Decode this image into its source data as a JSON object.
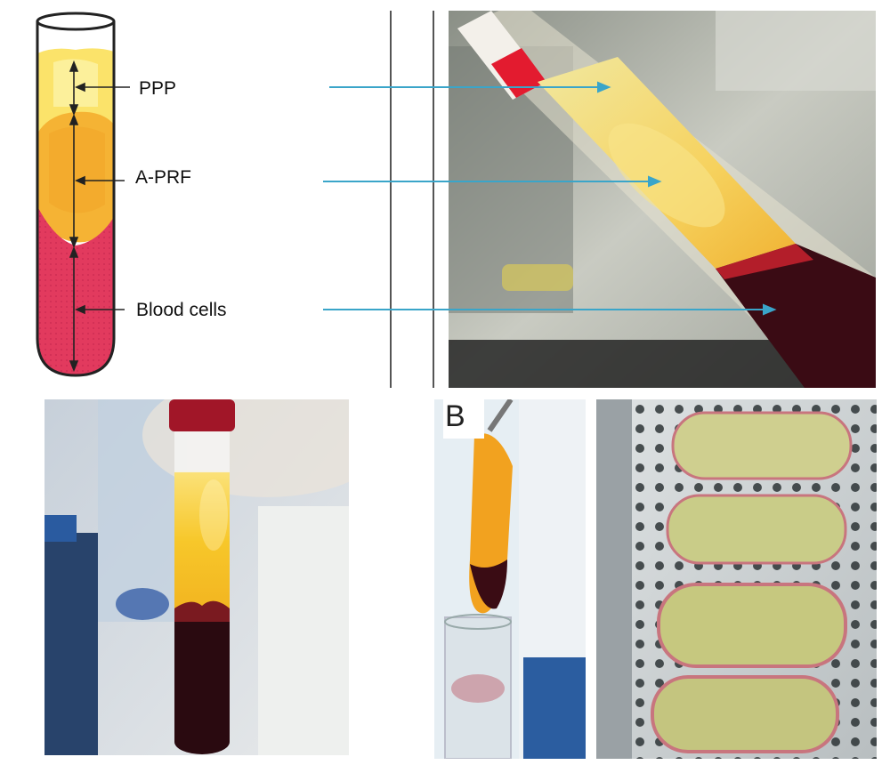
{
  "diagram": {
    "labels": {
      "ppp": "PPP",
      "aprf": "A-PRF",
      "blood_cells": "Blood cells"
    },
    "panel_b_label": "B"
  },
  "colors": {
    "ppp_yellow": "#fbe36a",
    "aprf_orange": "#f5b334",
    "blood_red": "#e23a5e",
    "dark_blood": "#2a0a10",
    "arrow_blue": "#3aa5c9"
  }
}
